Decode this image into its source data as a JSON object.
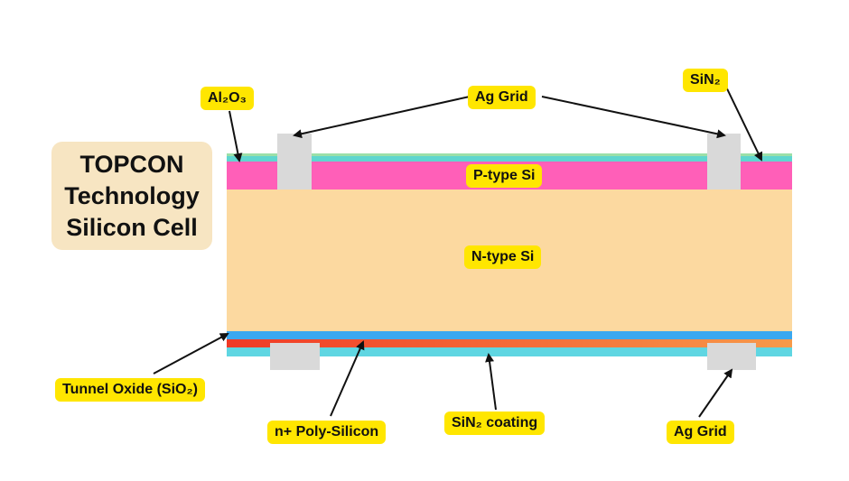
{
  "title_lines": [
    "TOPCON",
    "Technology",
    "Silicon Cell"
  ],
  "layers": {
    "p_type": "P-type Si",
    "n_type": "N-type Si"
  },
  "callouts": {
    "al2o3": "Al₂O₃",
    "ag_grid_top": "Ag Grid",
    "sin2_top": "SiN₂",
    "tunnel_oxide": "Tunnel Oxide (SiO₂)",
    "poly_silicon": "n+ Poly-Silicon",
    "sin2_coating": "SiN₂ coating",
    "ag_grid_bottom": "Ag Grid"
  },
  "colors": {
    "label_bg": "#ffe600",
    "title_bg": "#f7e5c2",
    "top_coating": "#5fd6cf",
    "p_type": "#ff5fb8",
    "n_type": "#fcd9a0",
    "tunnel_oxide": "#3aa8f0",
    "poly_silicon": "#f04a28",
    "bottom_coating": "#5fd6e2",
    "contact": "#d9d9d9"
  }
}
